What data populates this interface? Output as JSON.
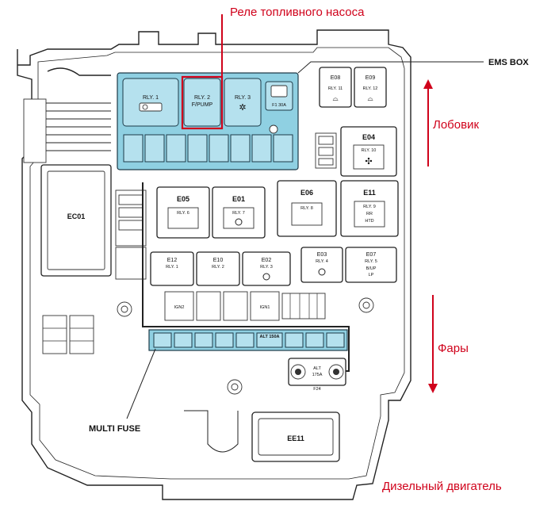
{
  "title": "Реле топливного насоса",
  "callouts": {
    "ems_box": "EMS BOX",
    "multi_fuse": "MULTI FUSE",
    "windshield": "Лобовик",
    "headlights": "Фары",
    "diesel": "Дизельный двигатель"
  },
  "ems": {
    "rly1": "RLY. 1",
    "rly2": "RLY. 2",
    "rly2_sub": "F/PUMP",
    "rly3": "RLY. 3",
    "f1": "F1 30A"
  },
  "relays": {
    "e08": "E08",
    "e08_sub": "RLY. 11",
    "e09": "E09",
    "e09_sub": "RLY. 12",
    "e04": "E04",
    "e04_sub": "RLY. 10",
    "e05": "E05",
    "e05_sub": "RLY. 6",
    "e01": "E01",
    "e01_sub": "RLY. 7",
    "e06": "E06",
    "e06_sub": "RLY. 8",
    "e11": "E11",
    "e11_sub": "RLY. 9",
    "e11_txt1": "RR",
    "e11_txt2": "HTD",
    "e12": "E12",
    "e12_sub": "RLY. 1",
    "e10": "E10",
    "e10_sub": "RLY. 2",
    "e02": "E02",
    "e02_sub": "RLY. 3",
    "e03": "E03",
    "e03_sub": "RLY. 4",
    "e07": "E07",
    "e07_sub": "RLY. 5",
    "e07_txt1": "B/UP",
    "e07_txt2": "LP"
  },
  "blocks": {
    "ec01": "EC01",
    "ee11": "EE11",
    "ign2": "IGN2",
    "ign1": "IGN1",
    "alt_top": "ALT",
    "alt_175": "175A",
    "f24": "F24",
    "alt150": "ALT 150A"
  },
  "colors": {
    "accent_red": "#d0021b",
    "ems_cyan": "#8fd0e2"
  }
}
